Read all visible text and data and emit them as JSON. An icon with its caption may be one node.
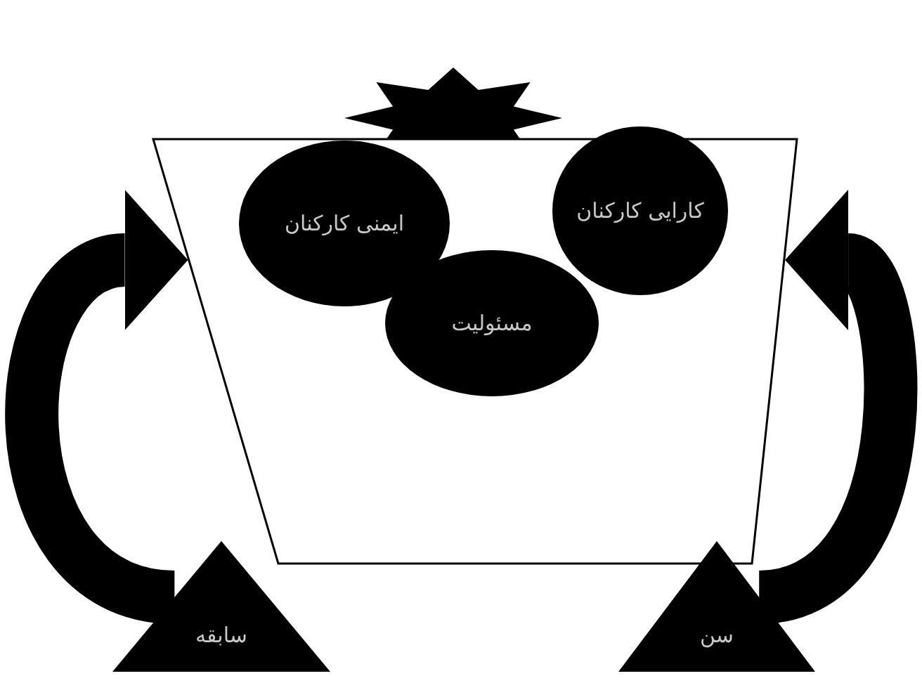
{
  "diagram": {
    "nodes": [
      {
        "text": [],
        "shape": "star"
      },
      {
        "text": [],
        "shape": "trapezoid"
      },
      {
        "text": [
          "ایمنی کارکنان"
        ],
        "in": 1
      },
      {
        "text": [
          "کارایی کارکنان"
        ],
        "in": 1
      },
      {
        "text": [
          "مسئولیت"
        ],
        "in": 1
      },
      {
        "text": [
          "سابقه"
        ]
      },
      {
        "text": [
          "سن"
        ]
      }
    ],
    "edges": [
      {
        "from": 5,
        "to": 1,
        "arrow": "to"
      },
      {
        "from": 6,
        "to": 1,
        "arrow": "to"
      }
    ]
  }
}
